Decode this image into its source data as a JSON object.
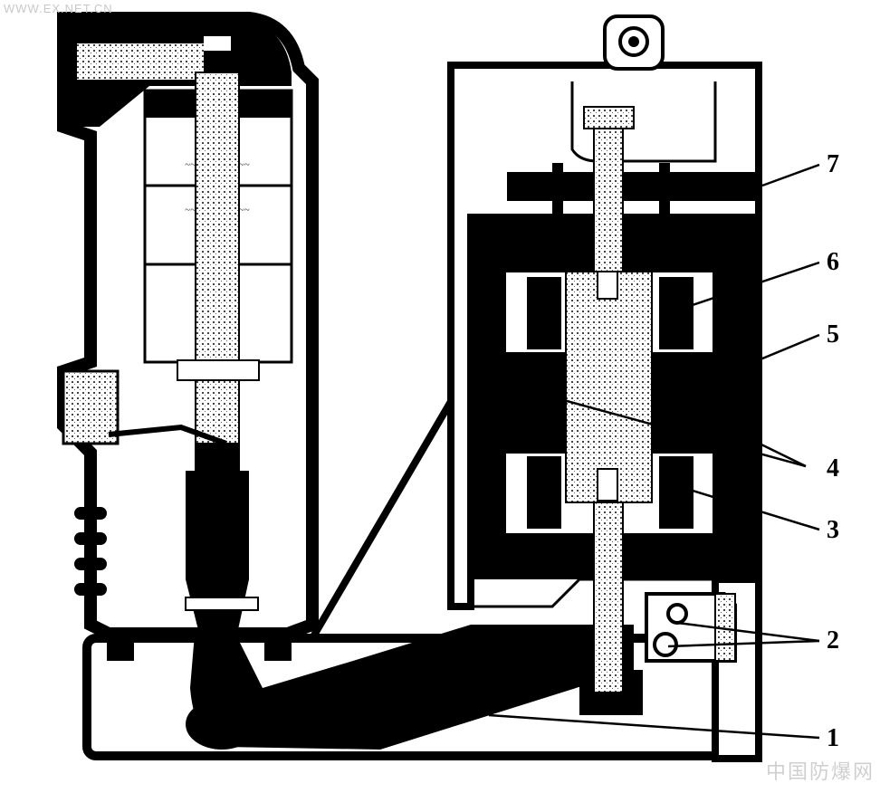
{
  "watermark_top": "WWW.EX.NET.CN",
  "watermark_bottom": "中国防爆网",
  "callouts": [
    {
      "id": "1",
      "label": "1"
    },
    {
      "id": "2",
      "label": "2"
    },
    {
      "id": "3",
      "label": "3"
    },
    {
      "id": "4",
      "label": "4"
    },
    {
      "id": "5",
      "label": "5"
    },
    {
      "id": "6",
      "label": "6"
    },
    {
      "id": "7",
      "label": "7"
    }
  ],
  "colors": {
    "ink": "#111111",
    "paper": "#ffffff",
    "stipple": "#bdbdbd"
  }
}
